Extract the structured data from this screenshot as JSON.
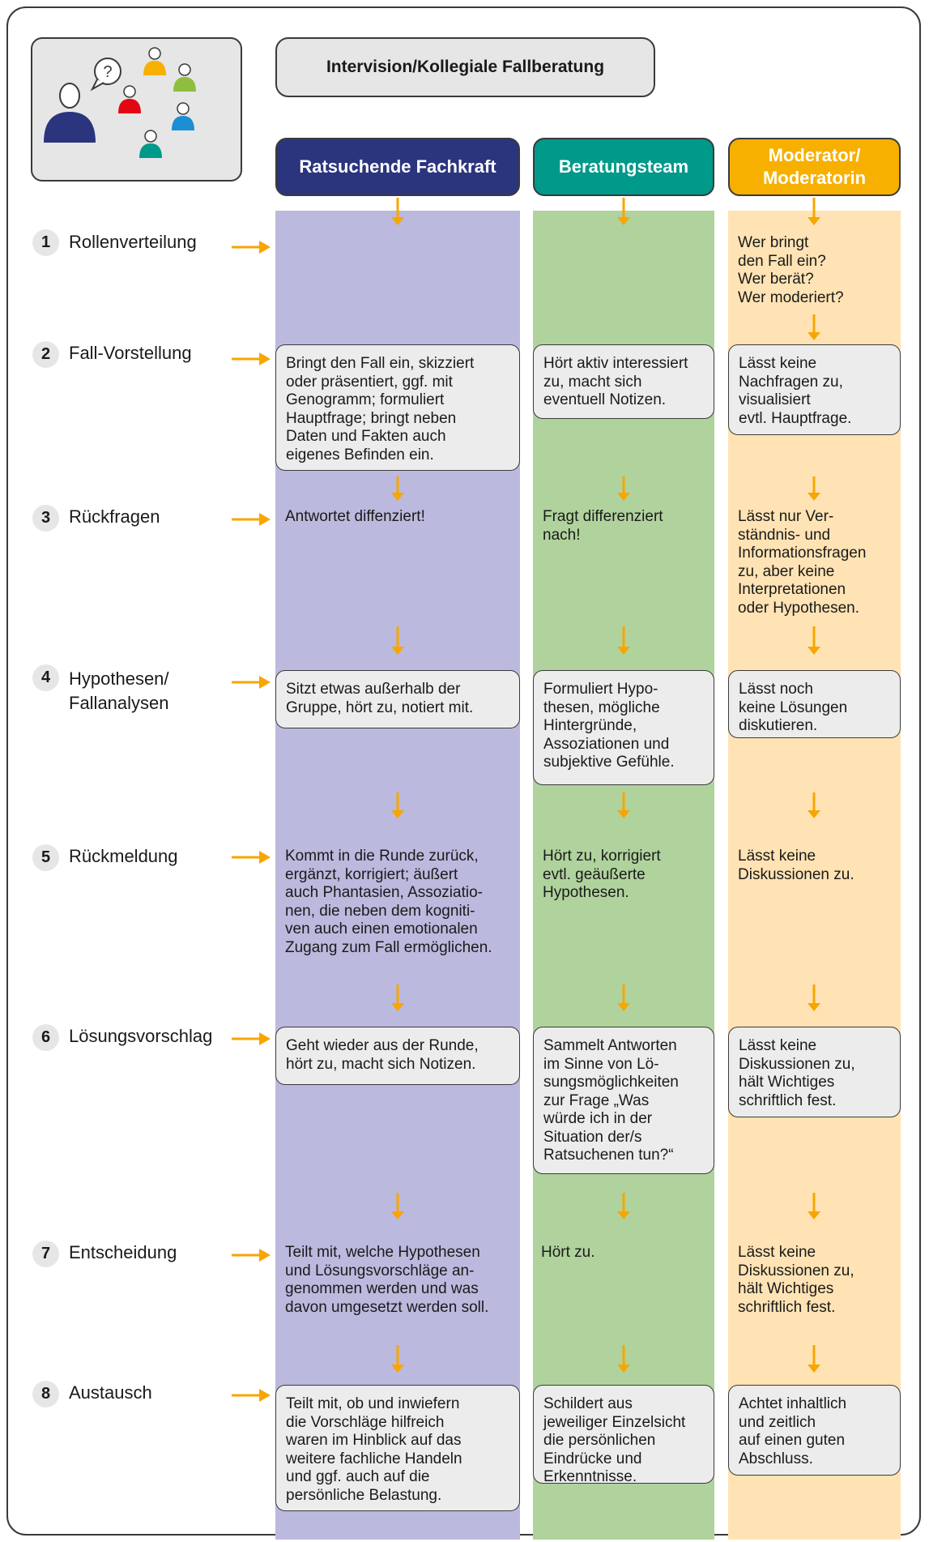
{
  "title": "Intervision/Kollegiale Fallberatung",
  "columns": [
    {
      "label": "Ratsuchende Fachkraft",
      "color": "#2b357e",
      "band": "#bcb9de"
    },
    {
      "label": "Beratungsteam",
      "color": "#00998a",
      "band": "#b0d39d"
    },
    {
      "label": "Moderator/\nModeratorin",
      "color": "#f7b000",
      "band": "#ffe3b4"
    }
  ],
  "colors": {
    "arrow": "#f7a600",
    "cell_box": "#ececec"
  },
  "steps": [
    {
      "num": "1",
      "label": "Rollenverteilung",
      "left": "",
      "mid": "",
      "right": "Wer bringt\nden Fall ein?\nWer berät?\nWer moderiert?"
    },
    {
      "num": "2",
      "label": "Fall-Vorstellung",
      "left": "Bringt den Fall ein, skizziert\noder präsentiert, ggf. mit\nGenogramm; formuliert\nHauptfrage; bringt neben\nDaten und Fakten auch\neigenes Befinden ein.",
      "mid": "Hört aktiv interessiert\nzu, macht sich\neventuell Notizen.",
      "right": "Lässt keine\nNachfragen zu,\nvisualisiert\nevtl. Hauptfrage."
    },
    {
      "num": "3",
      "label": "Rückfragen",
      "left": "Antwortet diffenziert!",
      "mid": "Fragt differenziert\nnach!",
      "right": "Lässt nur Ver-\nständnis- und\nInformationsfragen\nzu, aber keine\nInterpretationen\noder Hypothesen."
    },
    {
      "num": "4",
      "label": "Hypothesen/\nFallanalysen",
      "left": "Sitzt etwas außerhalb der\nGruppe, hört zu, notiert mit.",
      "mid": "Formuliert Hypo-\nthesen, mögliche\nHintergründe,\nAssoziationen und\nsubjektive Gefühle.",
      "right": "Lässt noch\nkeine Lösungen\ndiskutieren."
    },
    {
      "num": "5",
      "label": "Rückmeldung",
      "left": "Kommt in die Runde zurück,\nergänzt, korrigiert; äußert\nauch Phantasien, Assoziatio-\nnen, die neben dem kogniti-\nven auch einen emotionalen\nZugang zum Fall ermöglichen.",
      "mid": "Hört zu, korrigiert\nevtl. geäußerte\nHypothesen.",
      "right": "Lässt keine\nDiskussionen zu."
    },
    {
      "num": "6",
      "label": "Lösungsvorschlag",
      "left": "Geht wieder aus der Runde,\nhört zu, macht sich Notizen.",
      "mid": "Sammelt Antworten\nim Sinne von Lö-\nsungsmöglichkeiten\nzur Frage „Was\nwürde ich in der\nSituation der/s\nRatsuchenen tun?“",
      "right": "Lässt keine\nDiskussionen zu,\nhält Wichtiges\nschriftlich fest."
    },
    {
      "num": "7",
      "label": "Entscheidung",
      "left": "Teilt mit, welche Hypothesen\nund Lösungsvorschläge an-\ngenommen werden und was\ndavon umgesetzt werden soll.",
      "mid": "Hört zu.",
      "right": "Lässt keine\nDiskussionen zu,\nhält Wichtiges\nschriftlich fest."
    },
    {
      "num": "8",
      "label": "Austausch",
      "left": "Teilt mit, ob und inwiefern\ndie Vorschläge hilfreich\nwaren im Hinblick auf das\nweitere fachliche Handeln\nund ggf. auch auf die\npersönliche Belastung.",
      "mid": "Schildert aus\njeweiliger Einzelsicht\ndie persönlichen\nEindrücke und\nErkenntnisse.",
      "right": "Achtet inhaltlich\nund zeitlich\nauf einen guten\nAbschluss."
    }
  ],
  "icons": {
    "speaker": "person-with-question-bubble-icon",
    "group": "group-of-people-icon"
  }
}
